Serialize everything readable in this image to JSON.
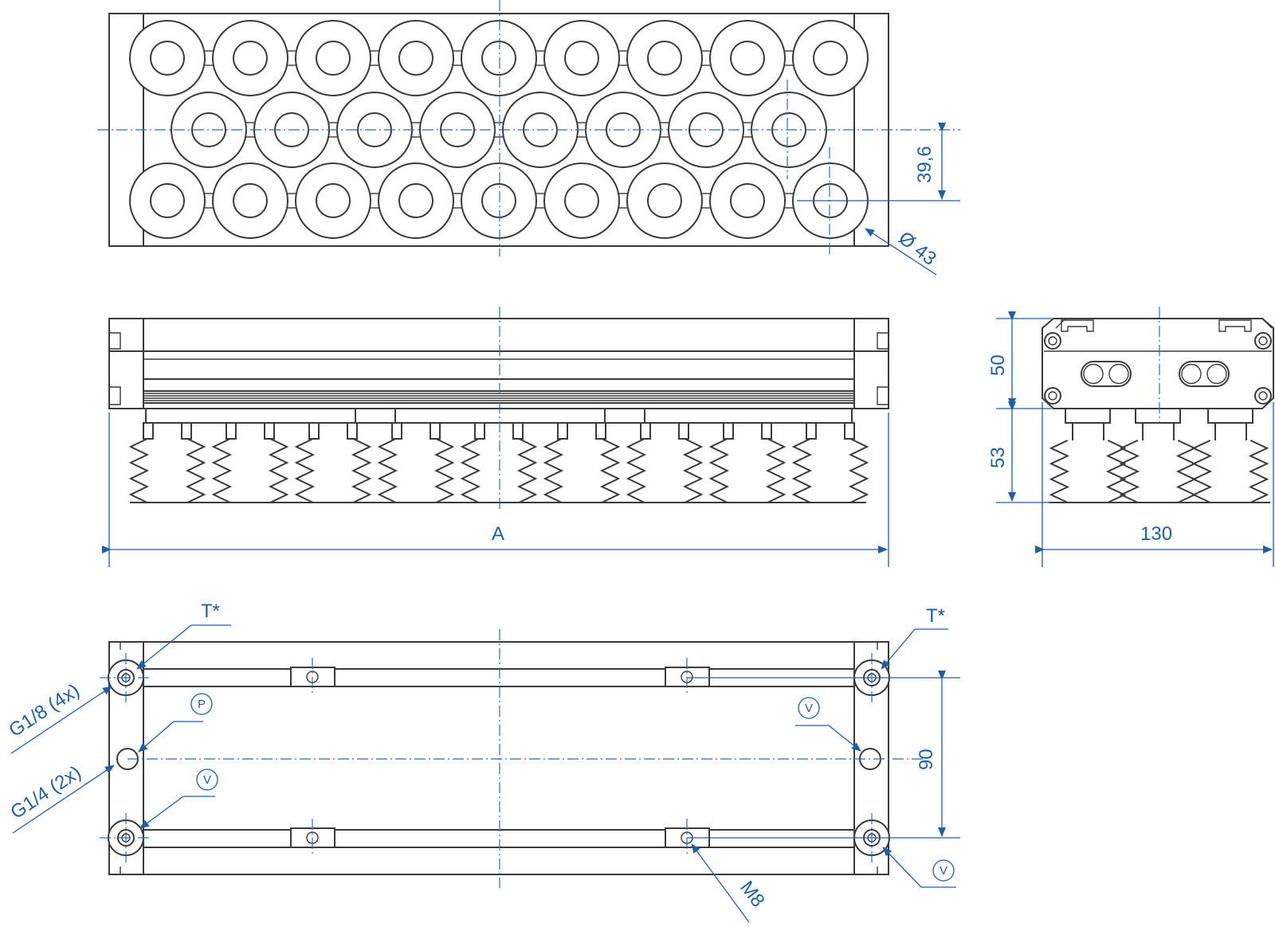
{
  "labels": {
    "dim_pitch": "39,6",
    "dim_cup_diameter": "Ø 43",
    "dim_length": "A",
    "dim_width": "130",
    "dim_height_body": "50",
    "dim_height_cups": "53",
    "dim_port_spacing": "90",
    "label_t_left": "T*",
    "label_t_right": "T*",
    "label_g18": "G1/8 (4x)",
    "label_g14": "G1/4 (2x)",
    "label_m8": "M8",
    "port_p": "P",
    "port_v_left": "V",
    "port_v_right": "V",
    "port_v_bottom": "V"
  },
  "top_view": {
    "rows": [
      9,
      8,
      9
    ]
  },
  "colors": {
    "outline": "#3a3a3a",
    "dimension": "#1f5fa8"
  }
}
